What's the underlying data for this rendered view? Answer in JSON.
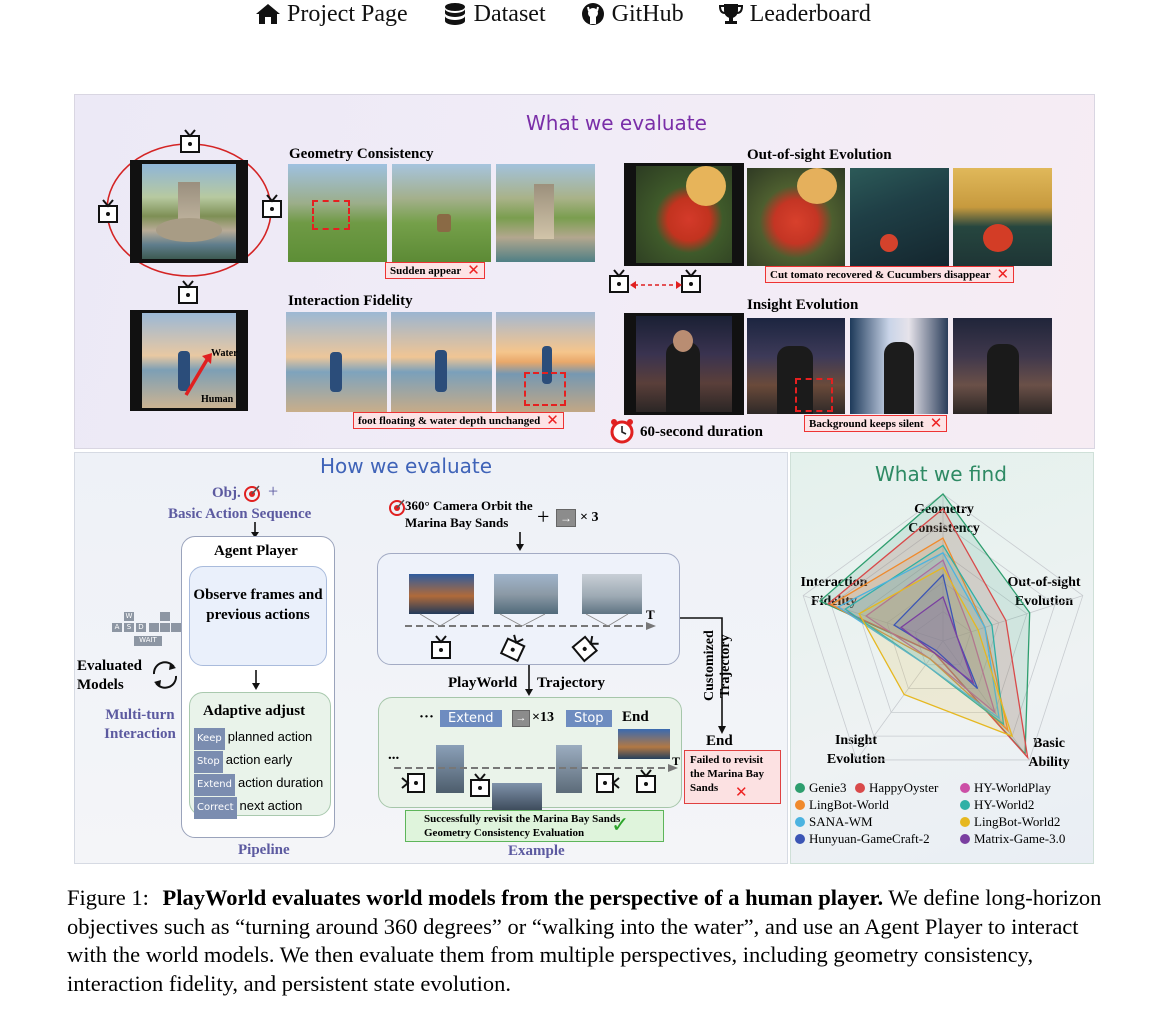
{
  "nav": {
    "project_page": "Project Page",
    "dataset": "Dataset",
    "github": "GitHub",
    "leaderboard": "Leaderboard"
  },
  "top": {
    "title": "What we evaluate",
    "geometry": "Geometry Consistency",
    "geometry_tag": "Sudden appear",
    "interaction": "Interaction Fidelity",
    "interaction_tag": "foot floating & water depth unchanged",
    "oos": "Out-of-sight Evolution",
    "oos_tag": "Cut tomato recovered & Cucumbers disappear",
    "insight": "Insight Evolution",
    "insight_tag": "Background keeps silent",
    "duration": "60-second duration",
    "water": "Water",
    "human": "Human"
  },
  "how": {
    "title": "How we evaluate",
    "obj": "Obj.",
    "plus": "+",
    "basic_seq": "Basic Action Sequence",
    "agent_player": "Agent Player",
    "observe": "Observe frames and previous actions",
    "adaptive": "Adaptive adjust",
    "rows": [
      {
        "tag": "Keep",
        "text": "planned action"
      },
      {
        "tag": "Stop",
        "text": "action early"
      },
      {
        "tag": "Extend",
        "text": "action duration"
      },
      {
        "tag": "Correct",
        "text": "next action"
      }
    ],
    "keys": {
      "w": "W",
      "a": "A",
      "s": "S",
      "d": "D",
      "wait": "WAIT"
    },
    "evaluated": "Evaluated Models",
    "multiturn": "Multi-turn Interaction",
    "pipeline": "Pipeline",
    "orbit": "360° Camera Orbit the Marina Bay Sands",
    "times3": "× 3",
    "playworld": "PlayWorld",
    "trajectory": "Trajectory",
    "customized": "Customized Trajectory",
    "extend": "Extend",
    "stop": "Stop",
    "times13": "×13",
    "end": "End",
    "end2": "End",
    "ellipsis": "···",
    "ellipsis2": "...",
    "t": "T",
    "t2": "T",
    "failed": "Failed to revisit the Marina Bay Sands",
    "success": "Successfully revisit the Marina Bay Sands Geometry Consistency Evaluation",
    "example": "Example"
  },
  "find": {
    "title": "What we find",
    "axes": [
      "Geometry Consistency",
      "Out-of-sight Evolution",
      "Basic Ability",
      "Insight Evolution",
      "Interaction Fidelity"
    ]
  },
  "chart_data": {
    "type": "radar",
    "title": "What we find",
    "axes": [
      "Geometry Consistency",
      "Out-of-sight Evolution",
      "Basic Ability",
      "Insight Evolution",
      "Interaction Fidelity"
    ],
    "series": [
      {
        "name": "Genie3",
        "color": "#2e9e6e",
        "values": [
          1.0,
          0.62,
          0.95,
          0.1,
          0.88
        ]
      },
      {
        "name": "HappyOyster",
        "color": "#d94a4a",
        "values": [
          0.9,
          0.45,
          0.98,
          0.1,
          0.82
        ]
      },
      {
        "name": "HY-WorldPlay",
        "color": "#cc4fa6",
        "values": [
          0.55,
          0.2,
          0.6,
          0.15,
          0.55
        ]
      },
      {
        "name": "LingBot-World",
        "color": "#f08a2c",
        "values": [
          0.7,
          0.3,
          0.75,
          0.15,
          0.8
        ]
      },
      {
        "name": "HY-World2",
        "color": "#2fb0a6",
        "values": [
          0.65,
          0.35,
          0.7,
          0.2,
          0.7
        ]
      },
      {
        "name": "SANA-WM",
        "color": "#4bb3e0",
        "values": [
          0.6,
          0.3,
          0.65,
          0.2,
          0.75
        ]
      },
      {
        "name": "LingBot-World2",
        "color": "#e6b820",
        "values": [
          0.5,
          0.25,
          0.8,
          0.45,
          0.6
        ]
      },
      {
        "name": "Hunyuan-GameCraft-2",
        "color": "#3b55b5",
        "values": [
          0.45,
          0.1,
          0.4,
          0.08,
          0.35
        ]
      },
      {
        "name": "Matrix-Game-3.0",
        "color": "#7a3fa0",
        "values": [
          0.3,
          0.1,
          0.35,
          0.1,
          0.3
        ]
      }
    ],
    "range": [
      0,
      1
    ],
    "legend": "bottom"
  },
  "caption": {
    "label": "Figure 1:",
    "bold": "PlayWorld evaluates world models from the perspective of a human player.",
    "text": " We define long-horizon objectives such as “turning around 360 degrees” or “walking into the water”, and use an Agent Player to interact with the world models. We then evaluate them from multiple perspectives, including geometry consistency, interaction fidelity, and persistent state evolution."
  }
}
